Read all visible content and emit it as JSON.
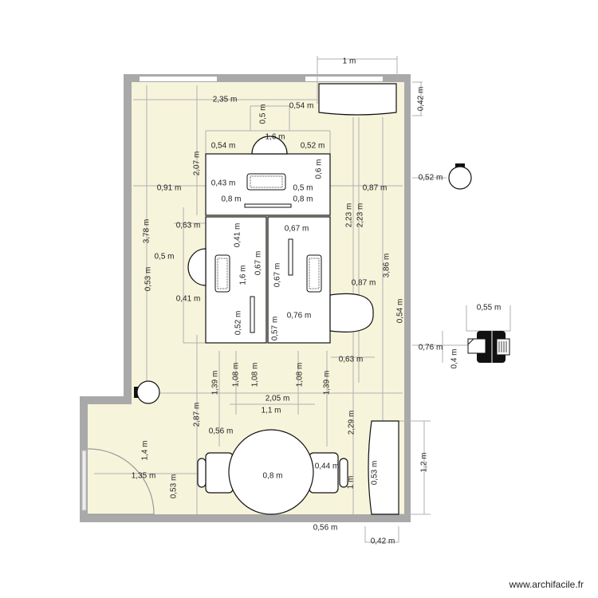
{
  "plan": {
    "floor_color": "#f7f4dc",
    "wall_color": "#a9a9a9",
    "dimensions": [
      "1 m",
      "2,35 m",
      "0,54 m",
      "0,5 m",
      "1,6 m",
      "0,54 m",
      "0,52 m",
      "0,6 m",
      "2,07 m",
      "0,91 m",
      "0,43 m",
      "0,8 m",
      "0,8 m",
      "0,5 m",
      "0,87 m",
      "2,23 m",
      "2,23 m",
      "0,42 m",
      "0,52 m",
      "0,63 m",
      "0,67 m",
      "0,41 m",
      "3,78 m",
      "0,5 m",
      "0,53 m",
      "0,41 m",
      "1,6 m",
      "0,67 m",
      "0,67 m",
      "0,87 m",
      "3,86 m",
      "0,76 m",
      "0,52 m",
      "0,57 m",
      "0,54 m",
      "0,63 m",
      "0,55 m",
      "0,76 m",
      "0,4 m",
      "2,87 m",
      "1,39 m",
      "1,08 m",
      "1,08 m",
      "2,05 m",
      "1,08 m",
      "1,39 m",
      "1,1 m",
      "0,56 m",
      "2,29 m",
      "1,4 m",
      "1,35 m",
      "0,53 m",
      "0,8 m",
      "0,44 m",
      "1 m",
      "0,53 m",
      "1,2 m",
      "0,56 m",
      "0,42 m"
    ]
  },
  "watermark": "www.archifacile.fr"
}
